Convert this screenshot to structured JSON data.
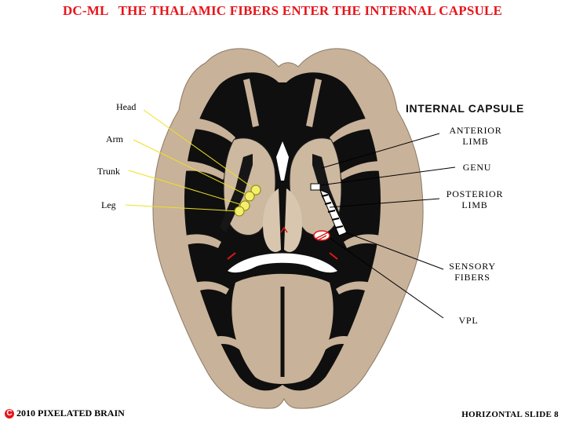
{
  "title": "DC-ML   THE THALAMIC FIBERS ENTER THE INTERNAL CAPSULE",
  "heading": "INTERNAL CAPSULE",
  "left_labels": {
    "head": "Head",
    "arm": "Arm",
    "trunk": "Trunk",
    "leg": "Leg"
  },
  "right_labels": {
    "anterior_limb_1": "ANTERIOR",
    "anterior_limb_2": "LIMB",
    "genu": "GENU",
    "posterior_limb_1": "POSTERIOR",
    "posterior_limb_2": "LIMB",
    "sensory_fibers_1": "SENSORY",
    "sensory_fibers_2": "FIBERS",
    "vpl": "VPL"
  },
  "footer": {
    "copyright_symbol": "C",
    "copyright": "2010  PIXELATED BRAIN",
    "slide": "HORIZONTAL SLIDE 8"
  },
  "colors": {
    "title": "#e8141a",
    "gray_matter": "#c9b39a",
    "white_matter": "#0e0e0e",
    "somatotopy_dots": "#f3ef6a",
    "pointer_lines_left": "#f0e020",
    "red_marks": "#e01818"
  }
}
